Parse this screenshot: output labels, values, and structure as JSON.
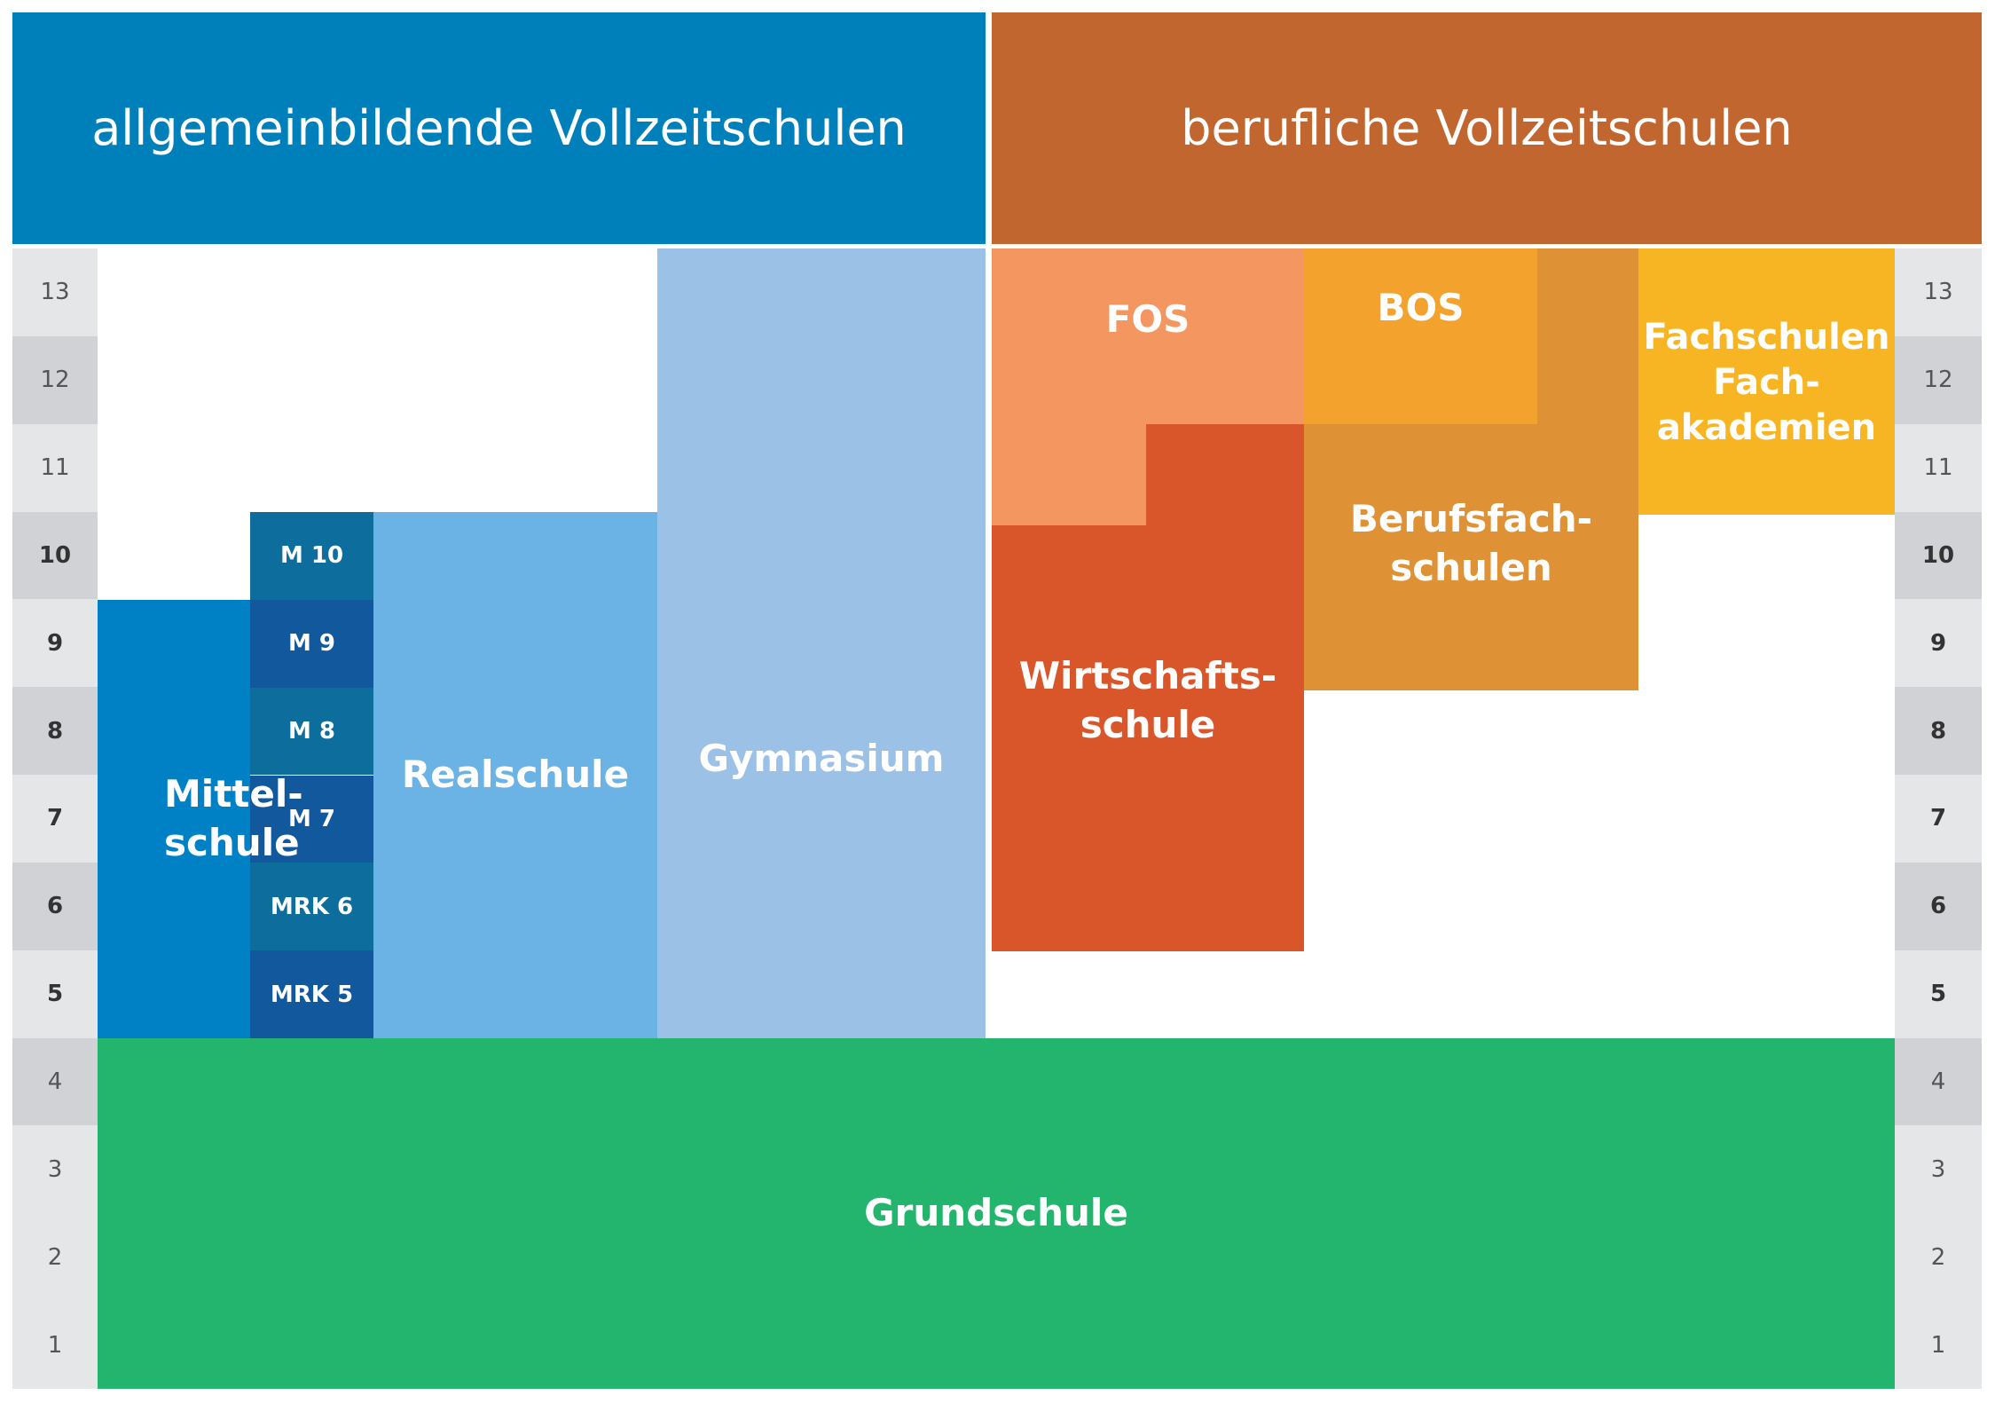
{
  "headers": {
    "left": "allgemeinbildende Vollzeitschulen",
    "right": "berufliche Vollzeitschulen"
  },
  "grades": [
    "1",
    "2",
    "3",
    "4",
    "5",
    "6",
    "7",
    "8",
    "9",
    "10",
    "11",
    "12",
    "13"
  ],
  "schools": {
    "mittelschule": "Mittel-\nschule",
    "m_rows": [
      "MRK 5",
      "MRK 6",
      "M 7",
      "M 8",
      "M 9",
      "M 10"
    ],
    "realschule": "Realschule",
    "gymnasium": "Gymnasium",
    "fos": "FOS",
    "bos": "BOS",
    "wirtschaftsschule": "Wirtschafts-\nschule",
    "berufsfachschulen": "Berufsfach-\nschulen",
    "fachschulen": "Fachschulen\nFach-\nakademien",
    "grundschule": "Grundschule"
  },
  "colors": {
    "header_left": "#0080bb",
    "header_right": "#c26630",
    "mittelschule": "#0080c5",
    "m_dark": "#12589c",
    "m_light": "#0d6e9e",
    "realschule": "#6bb3e4",
    "gymnasium": "#9cc1e7",
    "fos": "#f39660",
    "bos": "#f2a22d",
    "wirtschaftsschule": "#d9562b",
    "berufsfachschulen": "#df9235",
    "fachschulen": "#f7b523",
    "grundschule": "#23b56d",
    "grade_dark": "#d0d2d5",
    "grade_light": "#e5e6e8"
  }
}
